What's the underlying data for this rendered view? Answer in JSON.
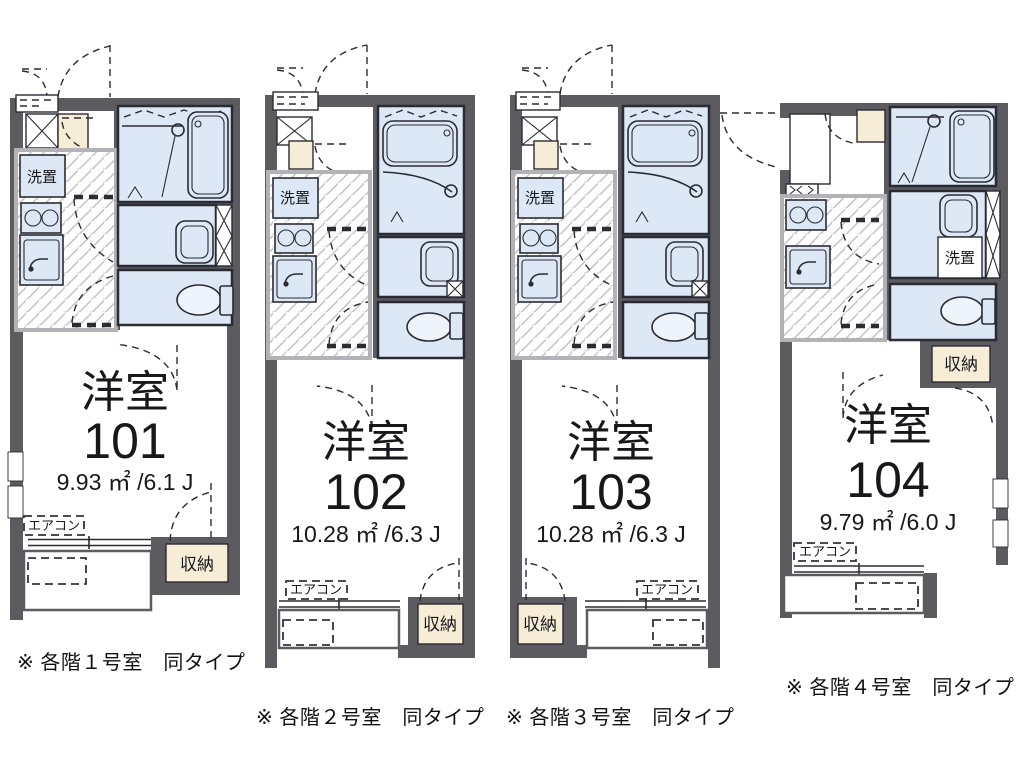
{
  "colors": {
    "wall": "#5b5b60",
    "fixture_blue": "#dce8f6",
    "cream": "#f7edd7",
    "line": "#2b2b33",
    "hatch": "#c7c7cb"
  },
  "units": [
    {
      "name": "洋室",
      "number": "101",
      "area": "9.93 ㎡ /6.1 J",
      "labels": {
        "washer": "洗置",
        "storage": "収納",
        "aircon": "エアコン"
      },
      "footnote": "※ 各階１号室　同タイプ"
    },
    {
      "name": "洋室",
      "number": "102",
      "area": "10.28 ㎡ /6.3 J",
      "labels": {
        "washer": "洗置",
        "storage": "収納",
        "aircon": "エアコン"
      },
      "footnote": "※ 各階２号室　同タイプ"
    },
    {
      "name": "洋室",
      "number": "103",
      "area": "10.28 ㎡ /6.3 J",
      "labels": {
        "washer": "洗置",
        "storage": "収納",
        "aircon": "エアコン"
      },
      "footnote": "※ 各階３号室　同タイプ"
    },
    {
      "name": "洋室",
      "number": "104",
      "area": "9.79 ㎡ /6.0 J",
      "labels": {
        "washer": "洗置",
        "storage": "収納",
        "aircon": "エアコン"
      },
      "footnote": "※ 各階４号室　同タイプ"
    }
  ]
}
